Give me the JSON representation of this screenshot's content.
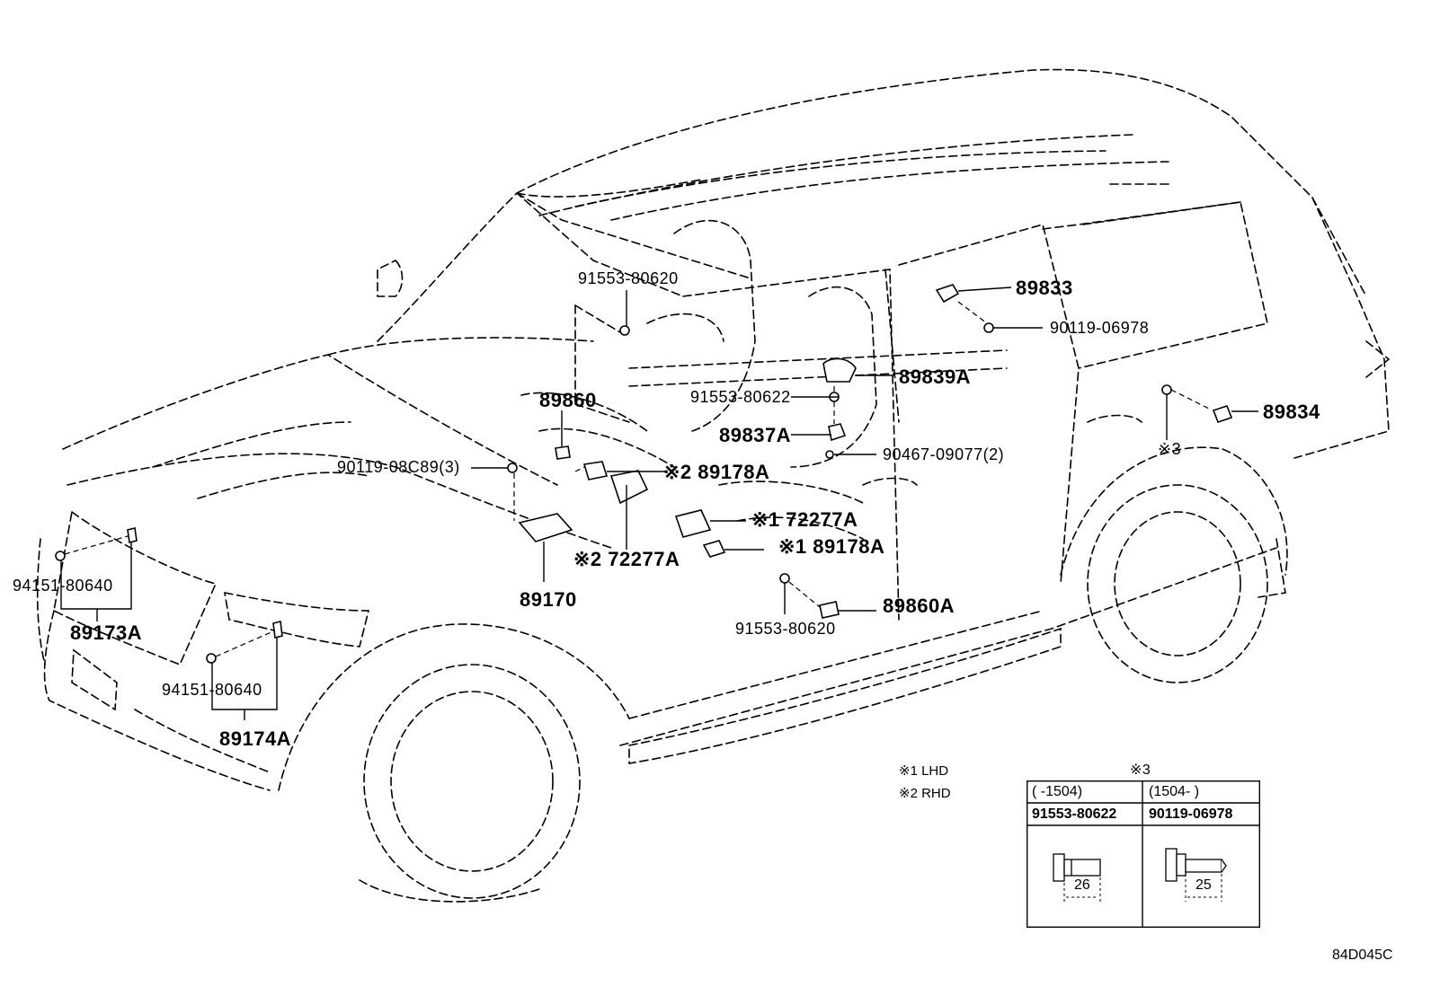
{
  "labels": {
    "p89833": "89833",
    "p90119_06978_top": "90119-06978",
    "p89839A": "89839A",
    "p91553_80622": "91553-80622",
    "p89834": "89834",
    "p89837A": "89837A",
    "p90467": "90467-09077(2)",
    "note3_top": "※3",
    "p91553_80620_top": "91553-80620",
    "p89860": "89860",
    "p90119_08C89": "90119-08C89(3)",
    "p89178A_rhd": "※2 89178A",
    "p72277A_lhd": "※1 72277A",
    "p89178A_lhd": "※1 89178A",
    "p72277A_rhd": "※2 72277A",
    "p89170": "89170",
    "p91553_80620_bot": "91553-80620",
    "p89860A": "89860A",
    "p94151_left": "94151-80640",
    "p89173A": "89173A",
    "p94151_right": "94151-80640",
    "p89174A": "89174A"
  },
  "legend": {
    "lhd": "※1  LHD",
    "rhd": "※2  RHD"
  },
  "table": {
    "title": "※3",
    "col1_range": "(    -1504)",
    "col2_range": "(1504-     )",
    "col1_part": "91553-80622",
    "col2_part": "90119-06978",
    "col1_len": "26",
    "col2_len": "25"
  },
  "doc_code": "84D045C"
}
